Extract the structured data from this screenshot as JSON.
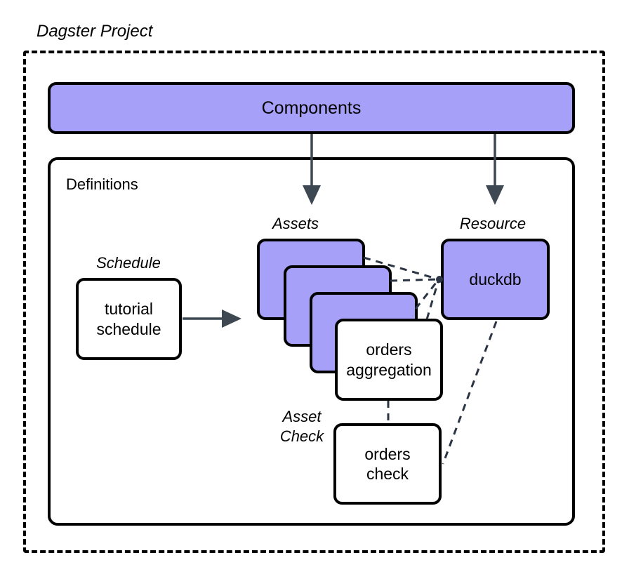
{
  "diagram": {
    "title": "Dagster Project",
    "container_label": "Definitions",
    "components_label": "Components",
    "groups": {
      "assets": "Assets",
      "resource": "Resource",
      "schedule": "Schedule",
      "asset_check_line1": "Asset",
      "asset_check_line2": "Check"
    },
    "nodes": {
      "tutorial_schedule_line1": "tutorial",
      "tutorial_schedule_line2": "schedule",
      "orders_aggregation_line1": "orders",
      "orders_aggregation_line2": "aggregation",
      "orders_check_line1": "orders",
      "orders_check_line2": "check",
      "duckdb": "duckdb"
    },
    "colors": {
      "accent_purple": "#a6a0f9",
      "stroke": "#000000",
      "arrow": "#3d4852",
      "background": "#ffffff"
    }
  }
}
